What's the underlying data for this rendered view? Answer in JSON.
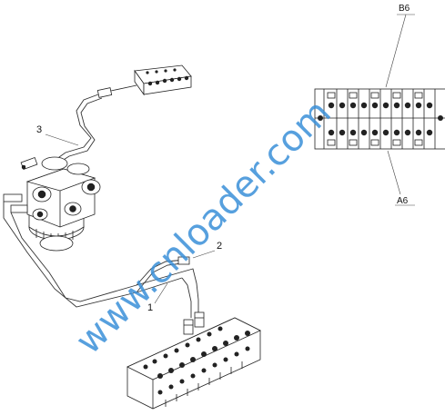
{
  "callouts": {
    "c1": "1",
    "c2": "2",
    "c3": "3",
    "b6": "B6",
    "a6": "A6"
  },
  "watermark": "www.cnloader.com",
  "colors": {
    "watermark": "#3a8fd8",
    "line": "#222222"
  }
}
